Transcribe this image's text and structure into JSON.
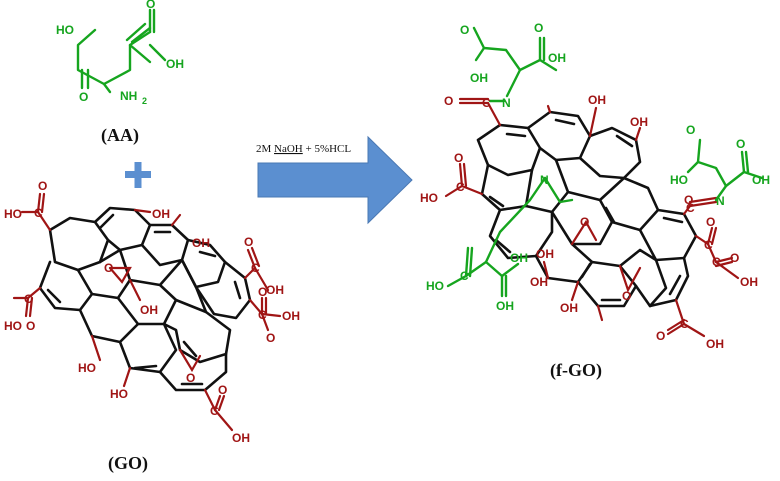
{
  "molecules": {
    "aa": {
      "name_label": "(AA)",
      "group_labels": [
        "HO",
        "O",
        "OH",
        "O",
        "NH",
        "2"
      ]
    },
    "go": {
      "name_label": "(GO)",
      "group_labels": [
        "HO",
        "C",
        "O",
        "HO",
        "C",
        "O",
        "OH",
        "OH",
        "O",
        "O",
        "OH",
        "C",
        "OH",
        "O",
        "C",
        "OH",
        "O",
        "HO",
        "HO",
        "O",
        "C",
        "OH",
        "O"
      ]
    },
    "fgo": {
      "name_label": "(f-GO)",
      "group_labels": [
        "O",
        "C",
        "N",
        "OH",
        "O",
        "OH",
        "O",
        "OH",
        "OH",
        "HO",
        "C",
        "O",
        "N",
        "O",
        "C",
        "N",
        "HO",
        "O",
        "OH",
        "O",
        "OH",
        "OH",
        "O",
        "OH",
        "O",
        "C",
        "OH",
        "O",
        "C",
        "OH",
        "O",
        "C",
        "OH",
        "O",
        "OH",
        "HO",
        "C"
      ]
    }
  },
  "plus_sign": "+",
  "reaction": {
    "conditions_prefix": "2M ",
    "conditions_naoh": "NaOH",
    "conditions_suffix": " + 5%HCL"
  },
  "colors": {
    "amino_acid": "#16a51f",
    "oxygen_groups": "#a01515",
    "graphene": "#111111",
    "arrow_fill": "#5b8fd0",
    "plus": "#5b8fd0"
  }
}
